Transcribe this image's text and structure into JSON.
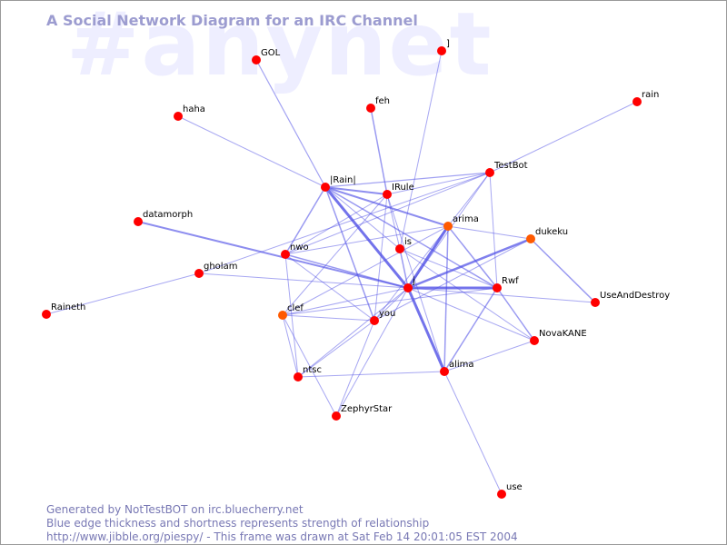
{
  "watermark": "#anynet",
  "title": "A Social Network Diagram for an IRC Channel",
  "footer": {
    "line1": "Generated by NotTestBOT on irc.bluecherry.net",
    "line2": "Blue edge thickness and shortness represents strength of relationship",
    "line3": "http://www.jibble.org/piespy/ - This frame was drawn at Sat Feb 14 20:01:05 EST 2004"
  },
  "colors": {
    "node": "#ff0000",
    "node_recent": "#ff5a00",
    "edge": "#5050e6",
    "title": "#9c9cd0",
    "footer": "#7878b4",
    "watermark": "#eeeeff"
  },
  "nodes": [
    {
      "id": "GOL",
      "label": "GOL"
    },
    {
      "id": "rbracket",
      "label": "]"
    },
    {
      "id": "feh",
      "label": "feh"
    },
    {
      "id": "haha",
      "label": "haha"
    },
    {
      "id": "rain",
      "label": "rain"
    },
    {
      "id": "Rain",
      "label": "|Rain|"
    },
    {
      "id": "IRule",
      "label": "IRule"
    },
    {
      "id": "TestBot",
      "label": "TestBot"
    },
    {
      "id": "datamorph",
      "label": "datamorph"
    },
    {
      "id": "arima",
      "label": "arima"
    },
    {
      "id": "dukeku",
      "label": "dukeku"
    },
    {
      "id": "nwo",
      "label": "nwo"
    },
    {
      "id": "is",
      "label": "is"
    },
    {
      "id": "gholam",
      "label": "gholam"
    },
    {
      "id": "j",
      "label": "j"
    },
    {
      "id": "Rwf",
      "label": "Rwf"
    },
    {
      "id": "UseAndDestroy",
      "label": "UseAndDestroy"
    },
    {
      "id": "Raineth",
      "label": "Raineth"
    },
    {
      "id": "clef",
      "label": "clef"
    },
    {
      "id": "you",
      "label": "you"
    },
    {
      "id": "NovaKANE",
      "label": "NovaKANE"
    },
    {
      "id": "alima",
      "label": "alima"
    },
    {
      "id": "ntsc",
      "label": "ntsc"
    },
    {
      "id": "ZephyrStar",
      "label": "ZephyrStar"
    },
    {
      "id": "use",
      "label": "use"
    }
  ]
}
